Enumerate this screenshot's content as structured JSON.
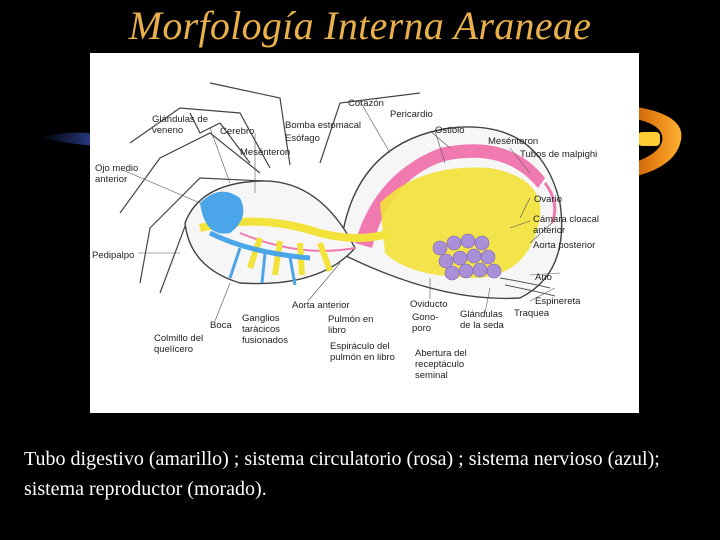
{
  "title": "Morfología Interna Araneae",
  "colors": {
    "background": "#000000",
    "title": "#e8b04a",
    "digestive": "#f3e23a",
    "circulatory": "#f07ab0",
    "nervous": "#4aa6e8",
    "reproductive": "#a990d8"
  },
  "labels": {
    "corazon": "Corazón",
    "glandulas_veneno": "Glándulas de veneno",
    "bomba_estomacal": "Bomba estomacal",
    "pericardio": "Pericardio",
    "cerebro": "Cerebro",
    "esofago": "Esófago",
    "ostiolo": "Ostiolo",
    "mesenteron_top": "Mesénteron",
    "mesenteron_right": "Mesénteron",
    "tubos_malpighi": "Tubos de malpighi",
    "ojo_medio": "Ojo medio anterior",
    "ovario": "Ovario",
    "camara_cloacal": "Cámara cloacal anterior",
    "aorta_posterior": "Aorta posterior",
    "pedipalpo": "Pedipalpo",
    "ano": "Ano",
    "aorta_anterior": "Aorta anterior",
    "oviducto": "Oviducto",
    "espinereta": "Espinereta",
    "ganglios": "Ganglios taràcicos fusionados",
    "pulmon": "Pulmón en libro",
    "gonoporo": "Gono- poro",
    "glandulas_seda": "Glándulas de la seda",
    "traquea": "Traquea",
    "boca": "Boca",
    "colmillo": "Colmillo del quelícero",
    "espiraculo": "Espiráculo del pulmón en libro",
    "abertura": "Abertura del receptáculo seminal"
  },
  "caption": "Tubo digestivo (amarillo) ; sistema circulatorio (rosa) ; sistema nervioso (azul); sistema reproductor (morado)."
}
